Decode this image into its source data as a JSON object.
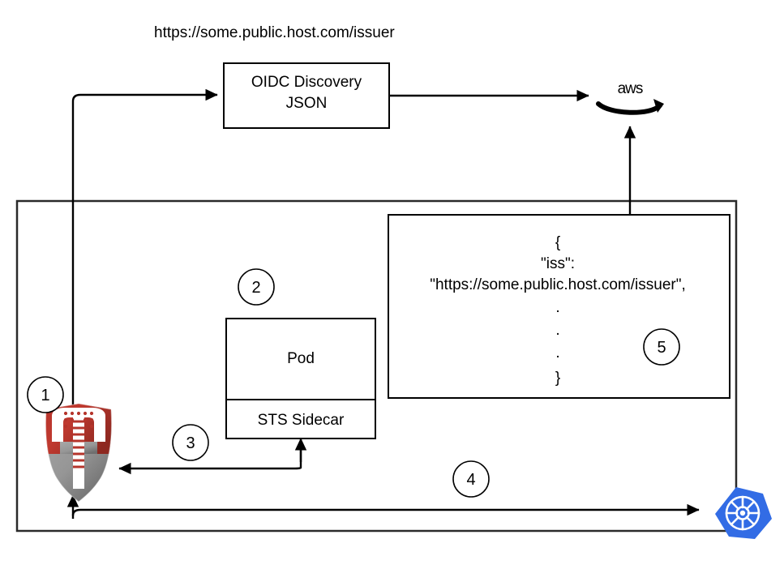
{
  "diagram": {
    "title_label": "https://some.public.host.com/issuer",
    "nodes": {
      "oidc_box": {
        "line1": "OIDC Discovery",
        "line2": "JSON"
      },
      "pod_box": {
        "label": "Pod"
      },
      "sidecar_box": {
        "label": "STS Sidecar"
      },
      "json_box": {
        "lines": [
          "{",
          "\"iss\":",
          "\"https://some.public.host.com/issuer\",",
          ".",
          ".",
          ".",
          "}"
        ]
      },
      "aws_logo": {
        "wordmark": "aws"
      },
      "k8s_logo": {
        "name": "kubernetes-logo"
      },
      "spire_logo": {
        "name": "spire-shield-logo"
      }
    },
    "steps": [
      {
        "number": "1"
      },
      {
        "number": "2"
      },
      {
        "number": "3"
      },
      {
        "number": "4"
      },
      {
        "number": "5"
      }
    ],
    "colors": {
      "stroke": "#000000",
      "outer_stroke": "#2a2a2a",
      "background": "#ffffff",
      "spire_red_light": "#c0392f",
      "spire_red_dark": "#8d2820",
      "spire_gray": "#9b9b9b",
      "spire_gray_dark": "#7a7a7a",
      "k8s_blue": "#326ce5",
      "k8s_white": "#ffffff",
      "aws_black": "#000000"
    }
  }
}
